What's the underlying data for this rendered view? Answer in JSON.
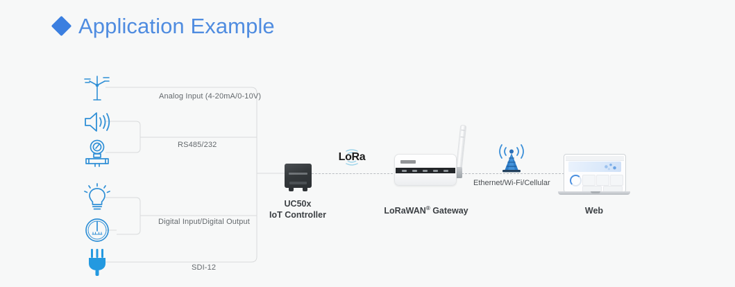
{
  "page": {
    "background_color": "#f7f8f8",
    "title": "Application Example",
    "title_color": "#4f8ce0",
    "bullet_icon": "diamond-bullet-icon",
    "bullet_color": "#3b7fe0"
  },
  "sensors": [
    {
      "icon": "wind-turbine-icon",
      "name": "wind-turbine"
    },
    {
      "icon": "speaker-sound-icon",
      "name": "sound-sensor"
    },
    {
      "icon": "pressure-gauge-icon",
      "name": "pressure-gauge"
    },
    {
      "icon": "light-bulb-icon",
      "name": "light-bulb"
    },
    {
      "icon": "dial-meter-icon",
      "name": "meter"
    },
    {
      "icon": "power-plug-icon",
      "name": "power-plug"
    }
  ],
  "interfaces": [
    {
      "label": "Analog Input (4-20mA/0-10V)"
    },
    {
      "label": "RS485/232"
    },
    {
      "label": "Digital Input/Digital Output"
    },
    {
      "label": "SDI-12"
    }
  ],
  "devices": {
    "controller": {
      "model": "UC50x",
      "role": "IoT Controller",
      "icon": "iot-controller-device"
    },
    "gateway": {
      "label_main": "LoRaWAN",
      "label_sup": "®",
      "label_tail": " Gateway",
      "icon": "lorawan-gateway-device"
    },
    "web": {
      "label": "Web",
      "icon": "laptop-device"
    }
  },
  "links": {
    "lora": {
      "logo_text": "LoRa",
      "icon": "lora-logo-icon"
    },
    "backhaul": {
      "label": "Ethernet/Wi-Fi/Cellular",
      "icon": "cell-tower-icon"
    }
  },
  "colors": {
    "accent_blue": "#3b7fe0",
    "icon_blue": "#2f8fd6",
    "line_grey": "#d8dadb",
    "dash_grey": "#b9bdc1",
    "text_dark": "#3c4044",
    "text_muted": "#63686c"
  }
}
